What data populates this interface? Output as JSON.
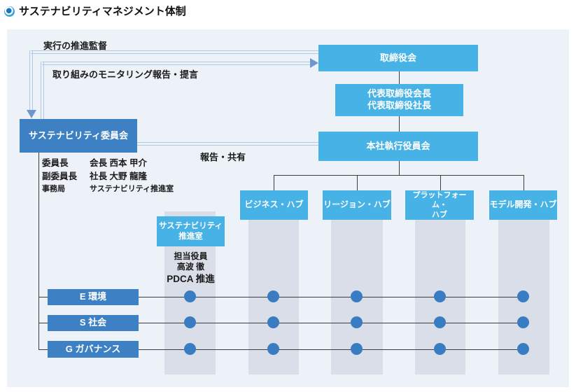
{
  "title": "サステナビリティマネジメント体制",
  "colors": {
    "sky_blue": "#47b2e5",
    "deep_blue": "#3d80c4",
    "band_gray": "#d9dee9",
    "panel_bg": "#edf2f9",
    "connector_light": "#b4c8e4",
    "arrow_blue": "#6d96cc"
  },
  "boxes": {
    "board": "取締役会",
    "representatives": "代表取締役会長\n代表取締役社長",
    "hq_executive": "本社執行役員会",
    "committee": "サステナビリティ委員会",
    "promotion_office": "サステナビリティ\n推進室",
    "hubs": [
      "ビジネス・ハブ",
      "リージョン・ハブ",
      "プラットフォーム・\nハブ",
      "モデル開発・ハブ"
    ],
    "esg": [
      "E 環境",
      "S 社会",
      "G ガバナンス"
    ]
  },
  "edge_labels": {
    "supervision": "実行の推進監督",
    "monitoring": "取り組みのモニタリング報告・提言",
    "report_share": "報告・共有"
  },
  "committee_detail": [
    {
      "role": "委員長",
      "person": "会長 西本 甲介"
    },
    {
      "role": "副委員長",
      "person": "社長 大野 龍隆"
    },
    {
      "role": "事務局",
      "person": "サステナビリティ推進室"
    }
  ],
  "office_detail": [
    "担当役員",
    "高波 徹",
    "PDCA 推進"
  ]
}
